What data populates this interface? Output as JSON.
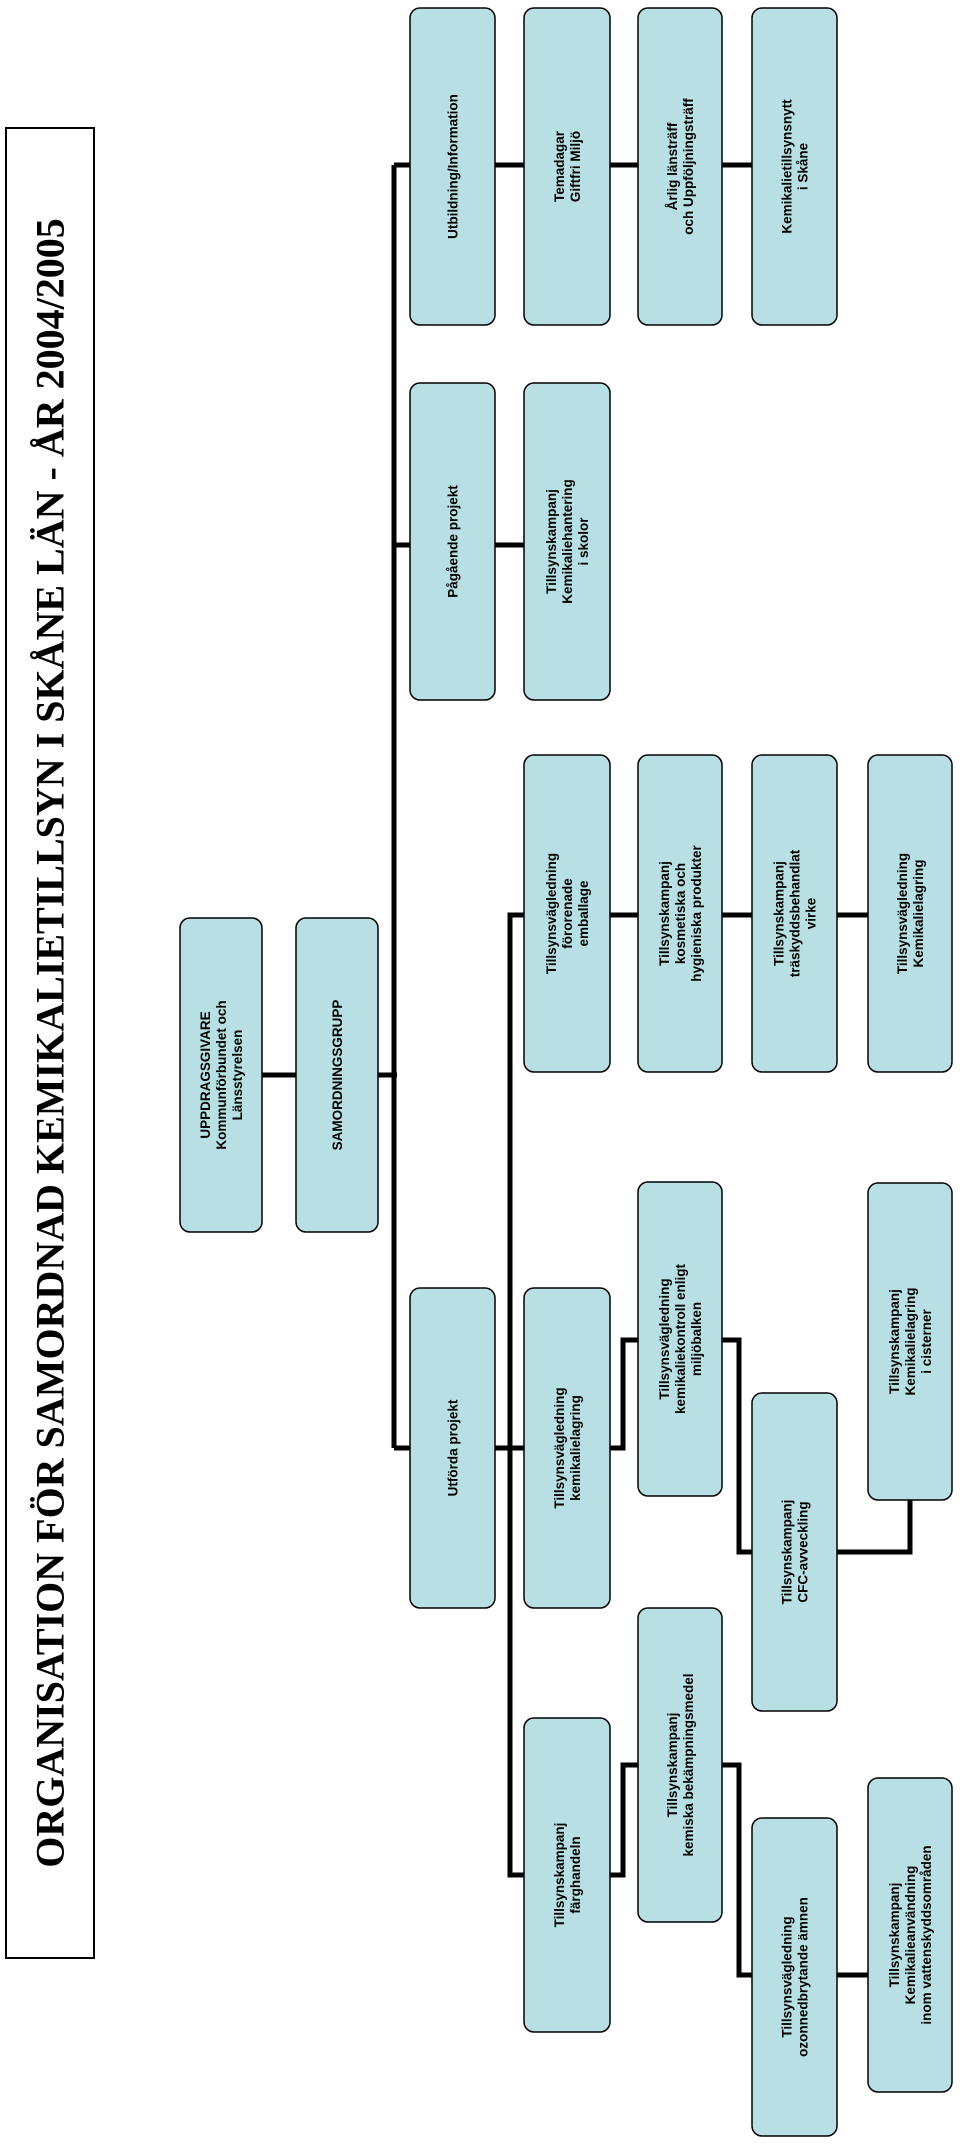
{
  "title": "ORGANISATION FÖR SAMORDNAD KEMIKALIETILLSYN I SKÅNE LÄN - ÅR 2004/2005",
  "nodes": {
    "uppdragsgivare": [
      "UPPDRAGSGIVARE",
      "Kommunförbundet och",
      "Länsstyrelsen"
    ],
    "samordningsgrupp": [
      "SAMORDNINGSGRUPP"
    ],
    "utforda_projekt": [
      "Utförda projekt"
    ],
    "pagaende_projekt": [
      "Pågående projekt"
    ],
    "utbildning": [
      "Utbildning/Information"
    ],
    "farghandeln": [
      "Tillsynskampanj",
      "färghandeln"
    ],
    "bekampningsmedel": [
      "Tillsynskampanj",
      "kemiska bekämpningsmedel"
    ],
    "ozonnedbrytande": [
      "Tillsynsvägledning",
      "ozonnedbrytande ämnen"
    ],
    "vattenskydd": [
      "Tillsynskampanj",
      "Kemikalieanvändning",
      "inom vattenskyddsområden"
    ],
    "kemikalielagring_vagl": [
      "Tillsynsvägledning",
      "kemikalielagring"
    ],
    "miljobalken": [
      "Tillsynsvägledning",
      "kemikaliekontroll enligt",
      "miljöbalken"
    ],
    "cfc": [
      "Tillsynskampanj",
      "CFC-avveckling"
    ],
    "cisterner": [
      "Tillsynskampanj",
      "Kemikalielagring",
      "i cisterner"
    ],
    "fororenade": [
      "Tillsynsvägledning",
      "förorenade",
      "emballage"
    ],
    "kosmetiska": [
      "Tillsynskampanj",
      "kosmetiska och",
      "hygieniska produkter"
    ],
    "traskydd": [
      "Tillsynskampanj",
      "träskyddsbehandlat",
      "virke"
    ],
    "kemikalielagring2": [
      "Tillsynsvägledning",
      "Kemikalielagring"
    ],
    "skolor": [
      "Tillsynskampanj",
      "Kemikaliehantering",
      "i skolor"
    ],
    "temadagar": [
      "Temadagar",
      "Giftfri Miljö"
    ],
    "arlig": [
      "Årlig länsträff",
      "och Uppföljningsträff"
    ],
    "kemikalietillsynsnytt": [
      "Kemikalietillsynsnytt",
      "i Skåne"
    ]
  }
}
